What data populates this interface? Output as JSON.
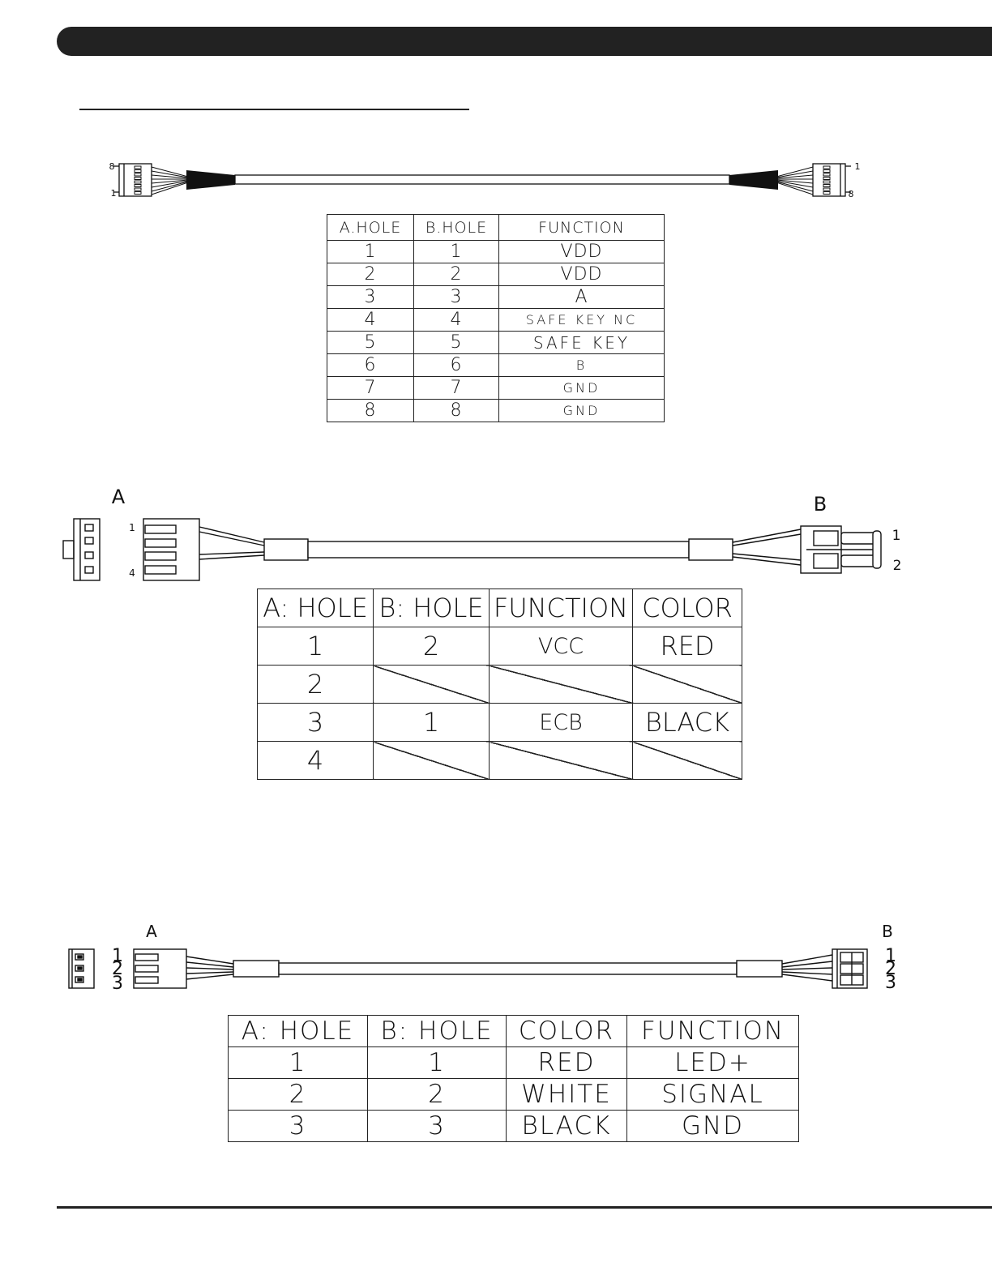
{
  "cable1": {
    "end_pin_labels": {
      "left_top": "8",
      "left_bottom": "1",
      "right_top": "1",
      "right_bottom": "8"
    },
    "table": {
      "headers": [
        "A.HOLE",
        "B.HOLE",
        "FUNCTION"
      ],
      "rows": [
        [
          "1",
          "1",
          "VDD"
        ],
        [
          "2",
          "2",
          "VDD"
        ],
        [
          "3",
          "3",
          "A"
        ],
        [
          "4",
          "4",
          "SAFE KEY NC"
        ],
        [
          "5",
          "5",
          "SAFE KEY"
        ],
        [
          "6",
          "6",
          "B"
        ],
        [
          "7",
          "7",
          "GND"
        ],
        [
          "8",
          "8",
          "GND"
        ]
      ]
    }
  },
  "cable2": {
    "end_a_label": "A",
    "end_b_label": "B",
    "a_pin_labels": {
      "top": "1",
      "bottom": "4"
    },
    "b_pin_labels": {
      "top": "1",
      "bottom": "2"
    },
    "table": {
      "headers": [
        "A: HOLE",
        "B: HOLE",
        "FUNCTION",
        "COLOR"
      ],
      "rows": [
        [
          "1",
          "2",
          "VCC",
          "RED"
        ],
        [
          "2",
          "",
          "",
          ""
        ],
        [
          "3",
          "1",
          "ECB",
          "BLACK"
        ],
        [
          "4",
          "",
          "",
          ""
        ]
      ]
    }
  },
  "cable3": {
    "end_a_label": "A",
    "end_b_label": "B",
    "a_pin_labels": [
      "1",
      "2",
      "3"
    ],
    "b_pin_labels": [
      "1",
      "2",
      "3"
    ],
    "table": {
      "headers": [
        "A: HOLE",
        "B: HOLE",
        "COLOR",
        "FUNCTION"
      ],
      "rows": [
        [
          "1",
          "1",
          "RED",
          "LED+"
        ],
        [
          "2",
          "2",
          "WHITE",
          "SIGNAL"
        ],
        [
          "3",
          "3",
          "BLACK",
          "GND"
        ]
      ]
    }
  }
}
